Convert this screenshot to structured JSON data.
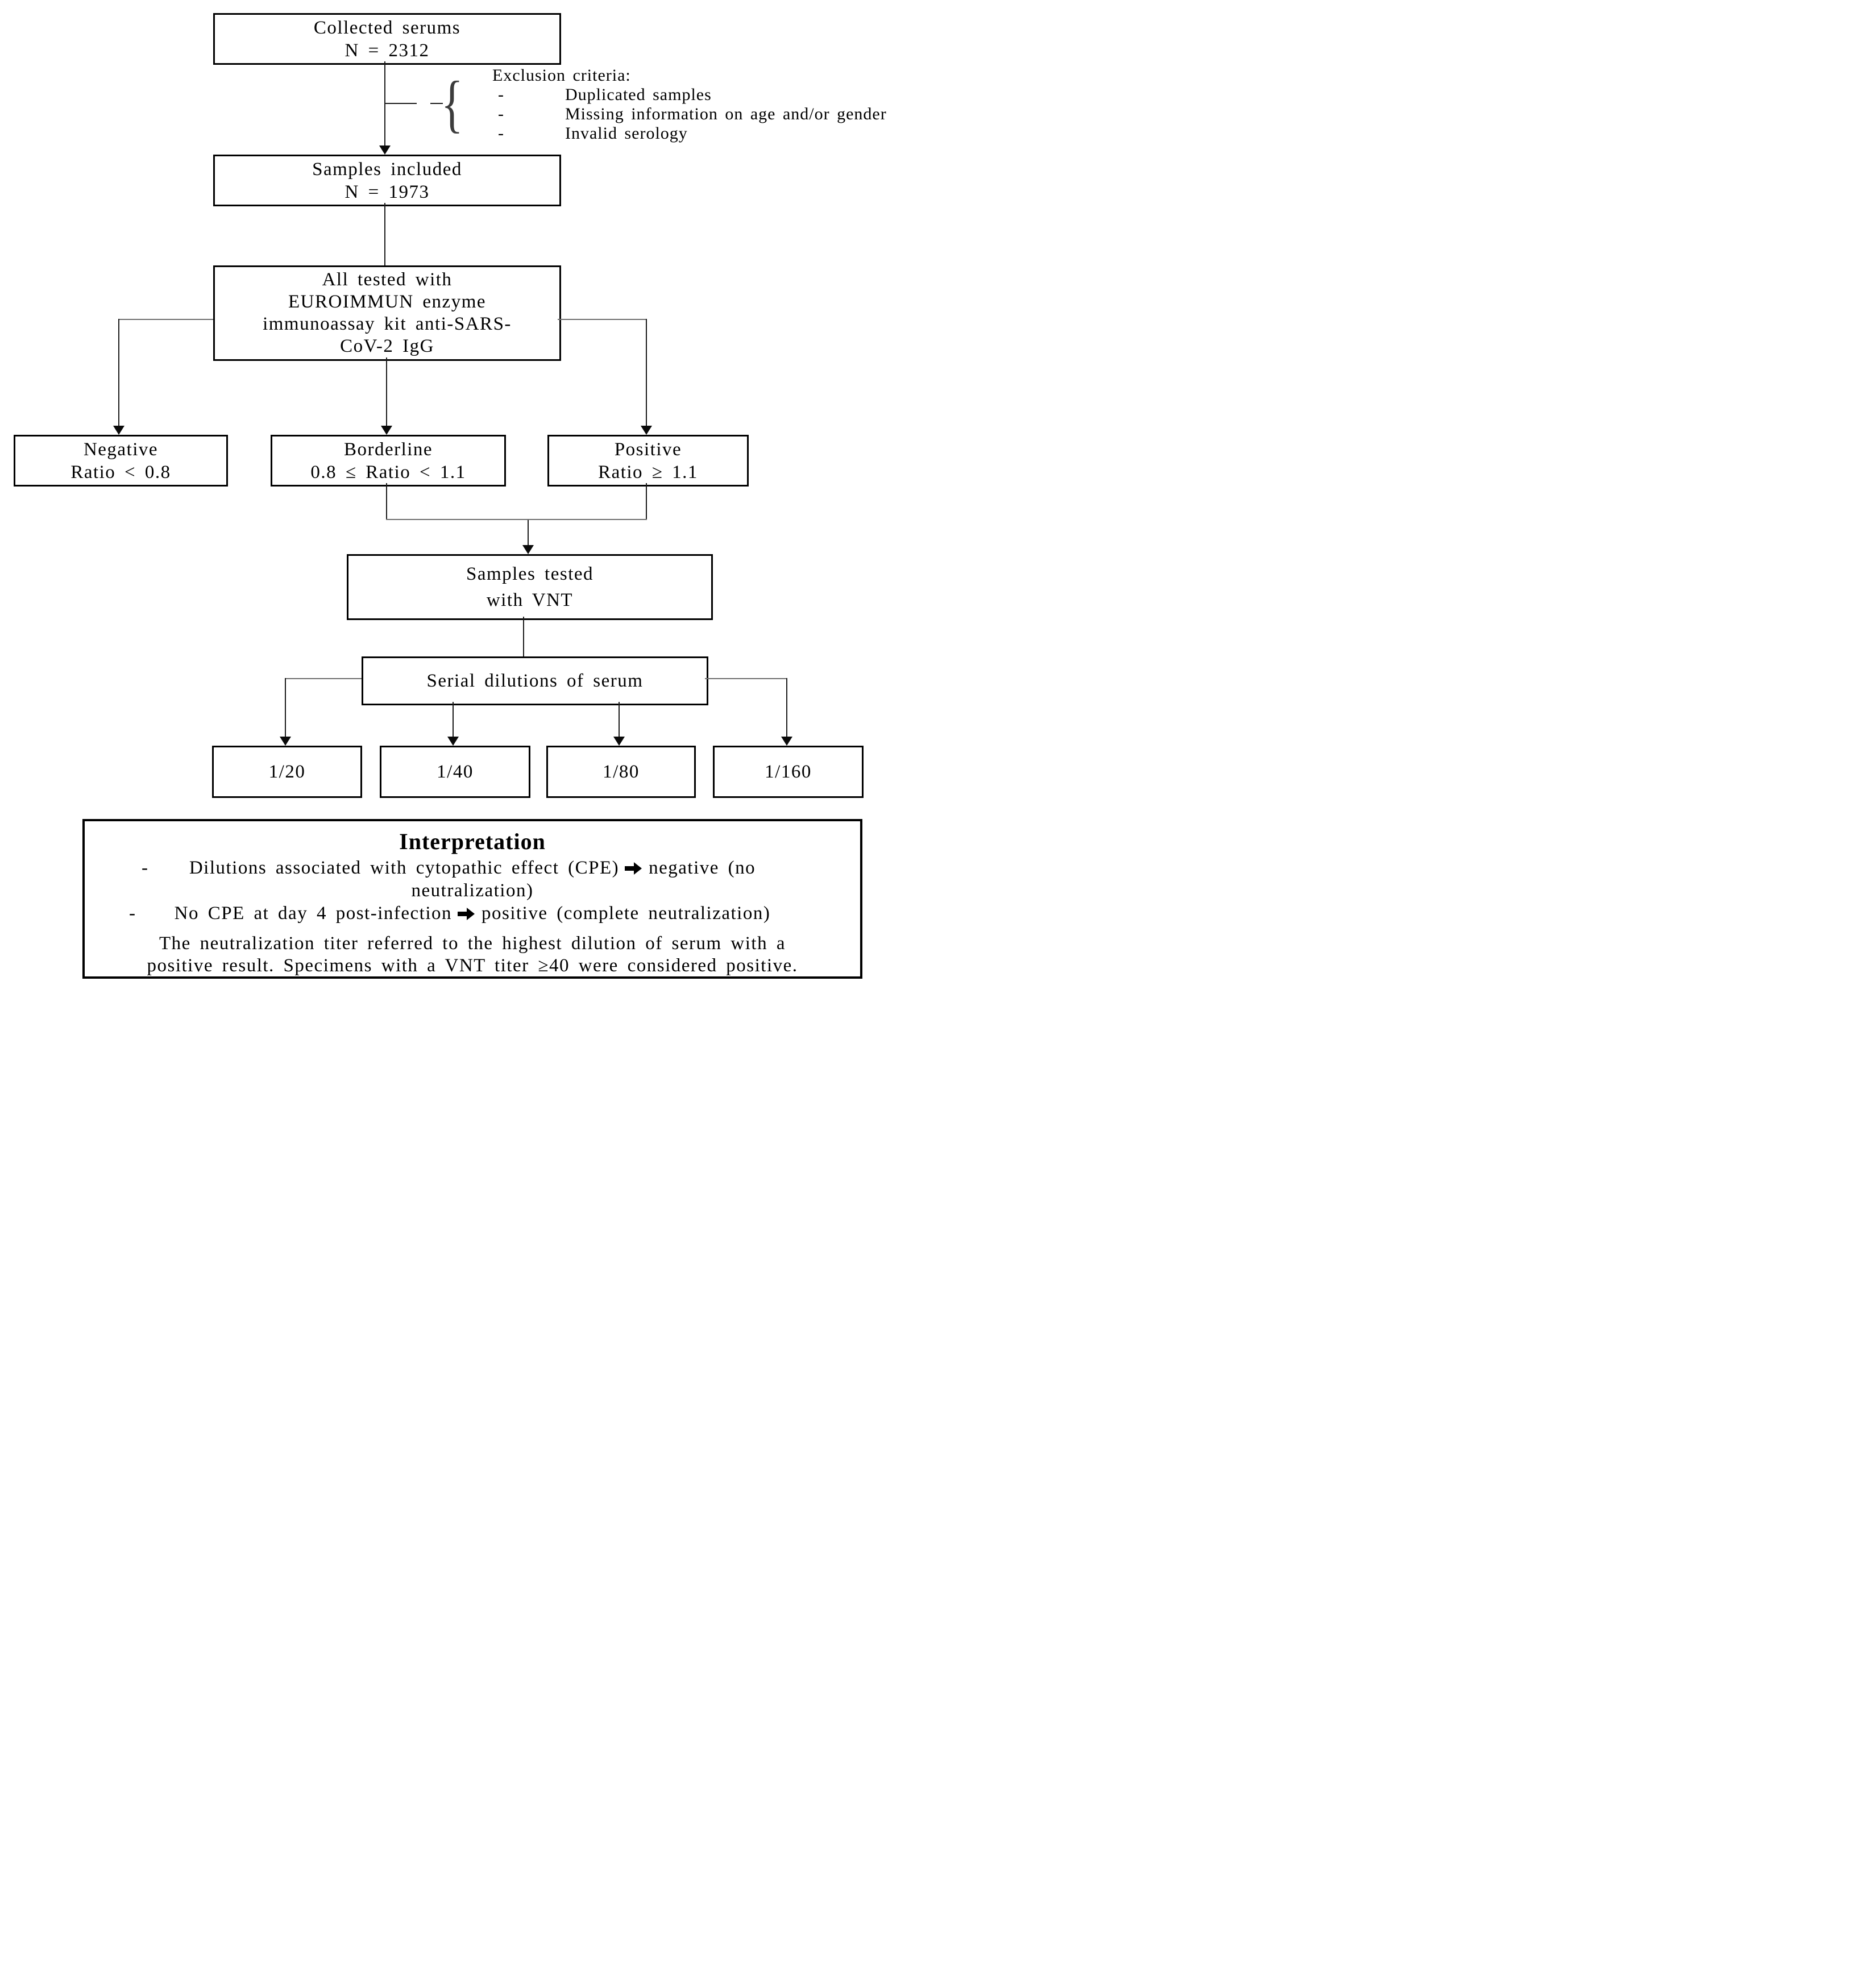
{
  "diagram": {
    "boxes": {
      "collected": [
        "Collected serums",
        "N = 2312"
      ],
      "included": [
        "Samples included",
        "N = 1973"
      ],
      "assay": [
        "All tested with",
        "EUROIMMUN enzyme",
        "immunoassay kit anti-SARS-",
        "CoV-2 IgG"
      ],
      "negative": [
        "Negative",
        "Ratio < 0.8"
      ],
      "borderline": [
        "Borderline",
        "0.8 ≤ Ratio < 1.1"
      ],
      "positive": [
        "Positive",
        "Ratio ≥ 1.1"
      ],
      "vnt": [
        "Samples tested",
        "with VNT"
      ],
      "serial": "Serial dilutions of serum",
      "dilutions": [
        "1/20",
        "1/40",
        "1/80",
        "1/160"
      ]
    },
    "exclusion": {
      "brace": "{",
      "title": "Exclusion criteria:",
      "bullet": "-",
      "items": [
        "Duplicated samples",
        "Missing information on age and/or gender",
        "Invalid serology"
      ]
    },
    "interpretation": {
      "title": "Interpretation",
      "bullet": "-",
      "bullet1_pre": "Dilutions associated with cytopathic effect (CPE)",
      "bullet1_post": "negative (no",
      "bullet1_line2": "neutralization)",
      "bullet2_pre": "No CPE at day 4 post-infection",
      "bullet2_post": "positive (complete neutralization)",
      "note_line1": "The neutralization titer referred to the highest dilution of serum with a",
      "note_line2": "positive result. Specimens with a VNT titer ≥40 were considered positive."
    },
    "colors": {
      "background": "#ffffff",
      "border": "#000000",
      "text": "#000000",
      "vertical_line": "#1c1c1c",
      "horizontal_line": "#6f6f6f",
      "arrowhead": "#0a0a0a"
    }
  }
}
